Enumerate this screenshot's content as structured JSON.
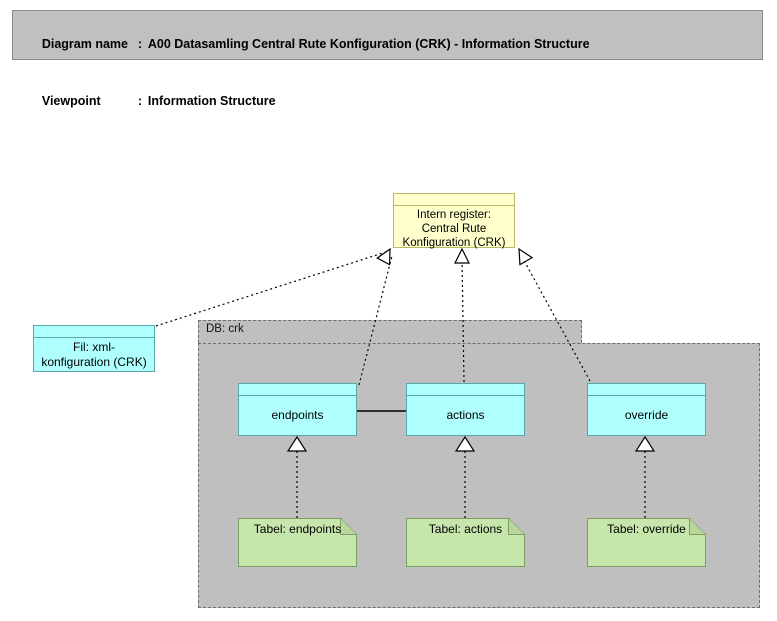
{
  "header": {
    "line1_label": "Diagram name",
    "line1_colon": ":",
    "line1_value": "A00 Datasamling Central Rute Konfiguration (CRK) - Information Structure",
    "line2_label": "Viewpoint",
    "line2_colon": ":",
    "line2_value": "Information Structure"
  },
  "colors": {
    "header_bg": "#c0c0c0",
    "package_bg": "#bfbfbf",
    "node_cyan": "#afffff",
    "node_yellow": "#ffffcc",
    "artifact_green": "#c7e6ac",
    "line": "#000000"
  },
  "diagram": {
    "register": {
      "label": "Intern register:\nCentral Rute\nKonfiguration (CRK)",
      "type": "business-object"
    },
    "file": {
      "label": "Fil: xml-\nkonfiguration (CRK)",
      "type": "data-object"
    },
    "package": {
      "label": "DB: crk",
      "type": "grouping"
    },
    "tables": [
      {
        "label": "endpoints",
        "type": "data-object"
      },
      {
        "label": "actions",
        "type": "data-object"
      },
      {
        "label": "override",
        "type": "data-object"
      }
    ],
    "artifacts": [
      {
        "label": "Tabel: endpoints",
        "type": "artifact"
      },
      {
        "label": "Tabel: actions",
        "type": "artifact"
      },
      {
        "label": "Tabel: override",
        "type": "artifact"
      }
    ],
    "relations": [
      {
        "from": "Fil: xml-konfiguration (CRK)",
        "to": "Intern register: Central Rute Konfiguration (CRK)",
        "style": "realization"
      },
      {
        "from": "endpoints",
        "to": "Intern register: Central Rute Konfiguration (CRK)",
        "style": "realization"
      },
      {
        "from": "actions",
        "to": "Intern register: Central Rute Konfiguration (CRK)",
        "style": "realization"
      },
      {
        "from": "override",
        "to": "Intern register: Central Rute Konfiguration (CRK)",
        "style": "realization"
      },
      {
        "from": "Tabel: endpoints",
        "to": "endpoints",
        "style": "realization"
      },
      {
        "from": "Tabel: actions",
        "to": "actions",
        "style": "realization"
      },
      {
        "from": "Tabel: override",
        "to": "override",
        "style": "realization"
      },
      {
        "from": "endpoints",
        "to": "actions",
        "style": "association"
      }
    ]
  }
}
